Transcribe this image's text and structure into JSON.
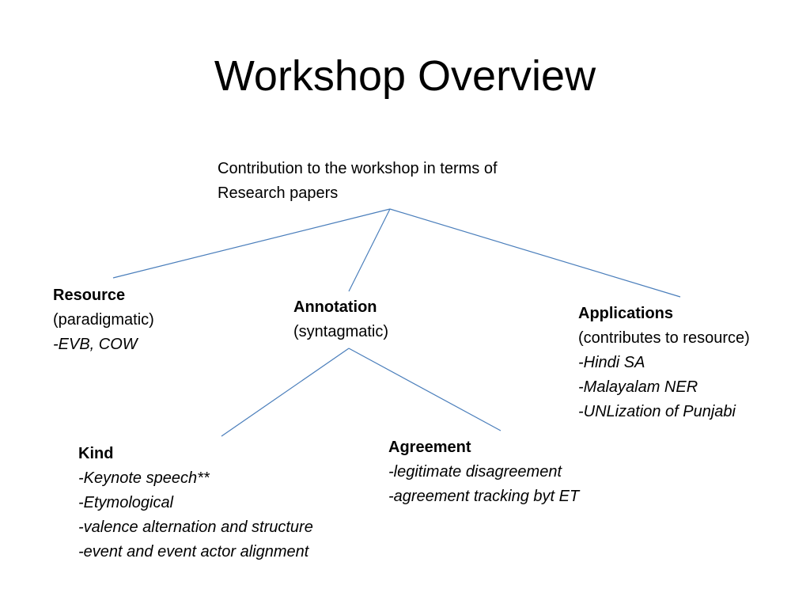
{
  "title": "Workshop Overview",
  "accent_color": "#4a7ebb",
  "root": {
    "lines": [
      "Contribution to the workshop in terms of",
      "Research papers"
    ]
  },
  "resource": {
    "heading": "Resource",
    "subtitle": "(paradigmatic)",
    "items": [
      "-EVB, COW"
    ]
  },
  "annotation": {
    "heading": "Annotation",
    "subtitle": "(syntagmatic)"
  },
  "applications": {
    "heading": "Applications",
    "subtitle": "(contributes to resource)",
    "items": [
      "-Hindi SA",
      "-Malayalam NER",
      "-UNLization of Punjabi"
    ]
  },
  "kind": {
    "heading": "Kind",
    "items": [
      "-Keynote speech**",
      "-Etymological",
      "-valence alternation and  structure",
      "-event and event actor alignment"
    ]
  },
  "agreement": {
    "heading": "Agreement",
    "items": [
      "-legitimate disagreement",
      "-agreement tracking byt ET"
    ]
  }
}
